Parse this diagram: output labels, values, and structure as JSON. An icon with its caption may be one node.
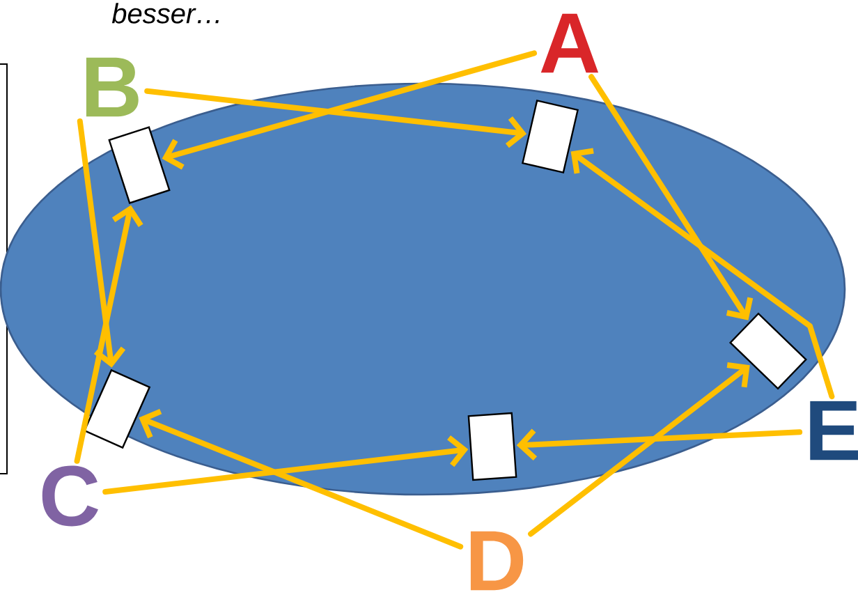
{
  "diagram": {
    "nodes": [
      {
        "text": [
          "A"
        ]
      },
      {
        "text": [
          "B"
        ]
      },
      {
        "text": [
          "C"
        ]
      },
      {
        "text": [
          "D"
        ]
      },
      {
        "text": [
          "E"
        ]
      },
      {
        "text": [],
        "shape": "ellipse"
      },
      {
        "text": [],
        "shape": "box",
        "in": 5
      },
      {
        "text": [],
        "shape": "box",
        "in": 5
      },
      {
        "text": [],
        "shape": "box",
        "in": 5
      },
      {
        "text": [],
        "shape": "box",
        "in": 5
      },
      {
        "text": [],
        "shape": "box",
        "in": 5
      }
    ],
    "edges": [
      {
        "from": 0,
        "to": 6,
        "arrow": "to"
      },
      {
        "from": 0,
        "to": 8,
        "arrow": "to"
      },
      {
        "from": 1,
        "to": 7,
        "arrow": "to"
      },
      {
        "from": 1,
        "to": 9,
        "arrow": "to"
      },
      {
        "from": 2,
        "to": 6,
        "arrow": "to"
      },
      {
        "from": 2,
        "to": 10,
        "arrow": "to"
      },
      {
        "from": 3,
        "to": 9,
        "arrow": "to"
      },
      {
        "from": 3,
        "to": 8,
        "arrow": "to"
      },
      {
        "from": 4,
        "to": 10,
        "arrow": "to"
      },
      {
        "from": 4,
        "to": 7,
        "arrow": "to"
      }
    ],
    "labels": [
      "besser…"
    ]
  }
}
